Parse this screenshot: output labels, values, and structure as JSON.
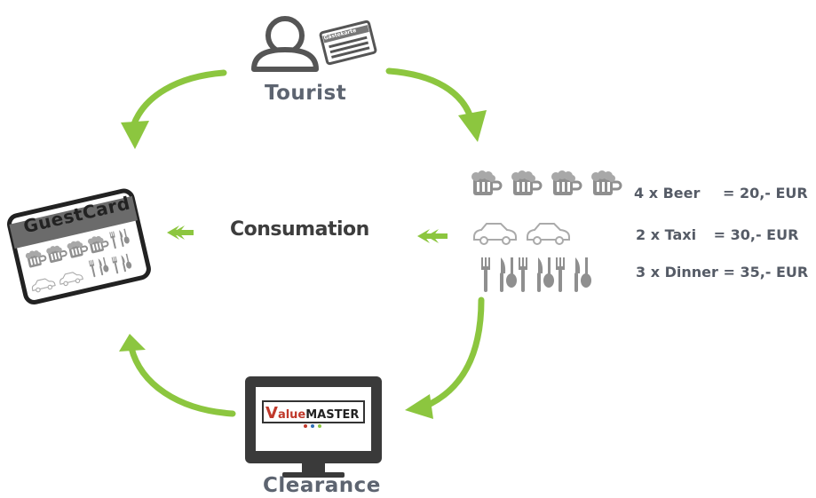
{
  "nodes": {
    "tourist": "Tourist",
    "consumation": "Consumation",
    "clearance": "Clearance",
    "guestcard_title": "GuestCard",
    "card_tag": "Gästekarte"
  },
  "items": [
    {
      "text": "4 x Beer",
      "amount": "= 20,- EUR"
    },
    {
      "text": "2 x Taxi",
      "amount": "= 30,- EUR"
    },
    {
      "text": "3 x Dinner",
      "amount": "= 35,- EUR"
    }
  ],
  "monitor": {
    "brand_v": "V",
    "brand_alue": "alue",
    "brand_master": "MASTER"
  },
  "colors": {
    "arrow": "#8cc63f",
    "text": "#5d6470",
    "icon": "#9b9b9b"
  },
  "icons": [
    "person-icon",
    "guest-card-icon",
    "beer-icon",
    "taxi-icon",
    "dinner-icon",
    "monitor-icon"
  ]
}
